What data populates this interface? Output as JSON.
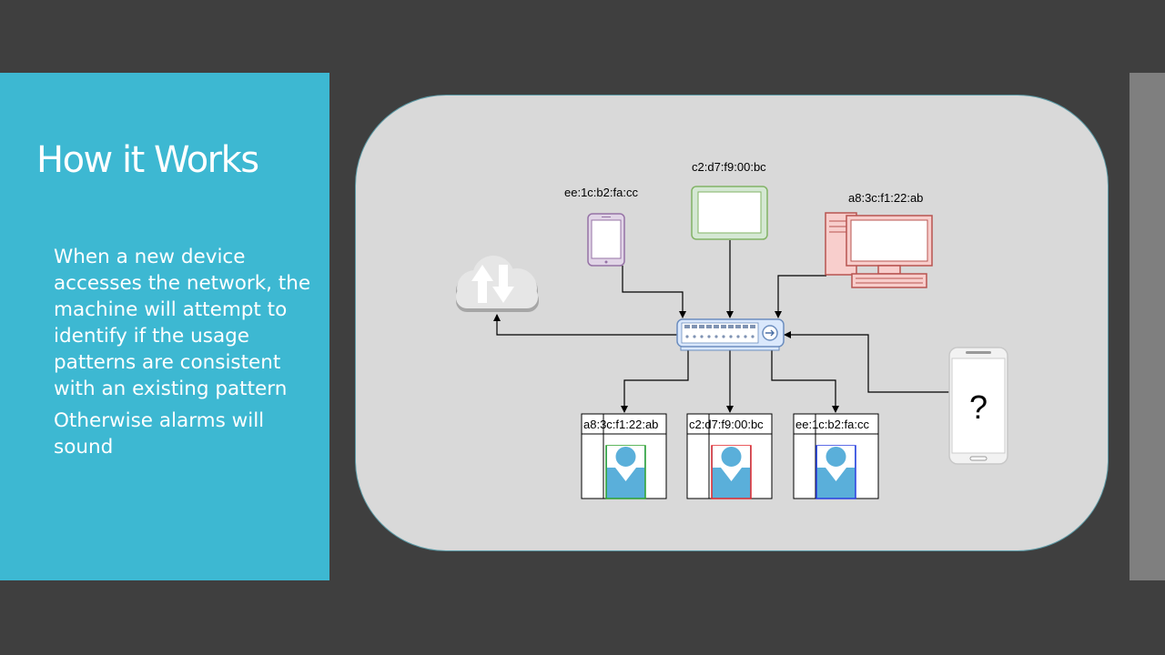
{
  "slide": {
    "title": "How it Works",
    "bullets": [
      "When a new device accesses the network, the machine will attempt to identify if the usage patterns are consistent with an existing pattern",
      "Otherwise alarms will sound"
    ]
  },
  "diagram": {
    "devices": {
      "tablet_mac": "ee:1c:b2:fa:cc",
      "monitor_mac": "c2:d7:f9:00:bc",
      "desktop_mac": "a8:3c:f1:22:ab"
    },
    "profiles": [
      {
        "mac": "a8:3c:f1:22:ab",
        "frame_color": "#2ca02c"
      },
      {
        "mac": "c2:d7:f9:00:bc",
        "frame_color": "#e3262b"
      },
      {
        "mac": "ee:1c:b2:fa:cc",
        "frame_color": "#2a3de0"
      }
    ],
    "unknown_device_symbol": "?",
    "icons": [
      "cloud-upload-download-icon",
      "tablet-icon",
      "monitor-icon",
      "desktop-computer-icon",
      "network-switch-icon",
      "smartphone-icon",
      "user-profile-icon"
    ]
  }
}
